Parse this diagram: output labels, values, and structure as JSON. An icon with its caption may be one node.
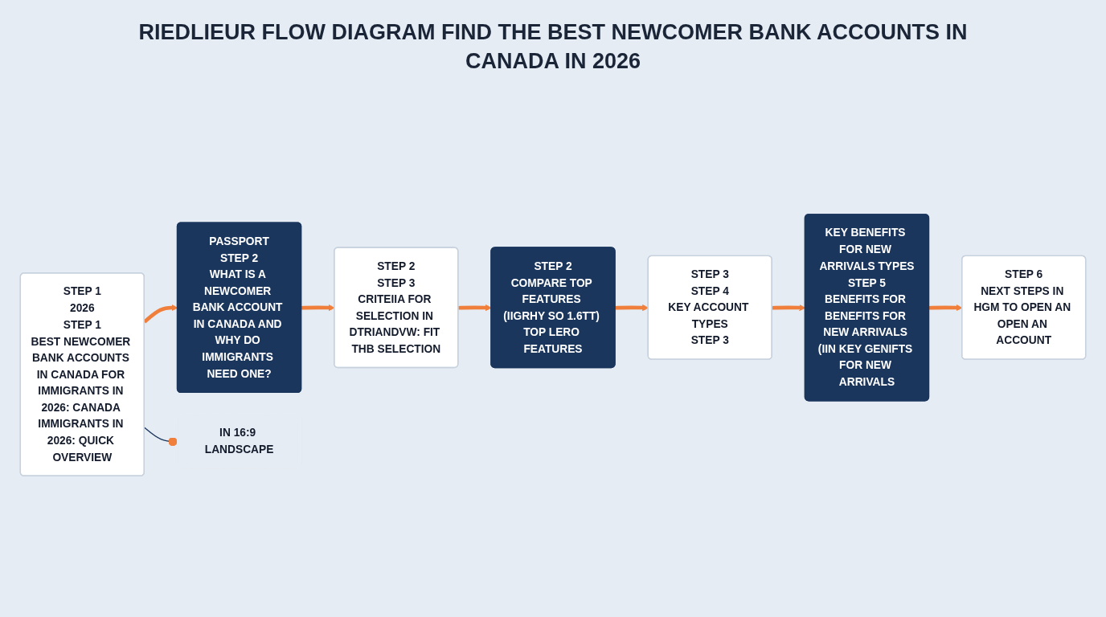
{
  "diagram": {
    "title": "RIEDLIEUR FLOW DIAGRAM FIND THE BEST NEWCOMER BANK ACCOUNTS IN CANADA IN 2026",
    "nodes": [
      {
        "text": [
          "STEP 1",
          "2026",
          "STEP 1",
          "BEST NEWCOMER BANK ACCOUNTS IN CANADA FOR IMMIGRANTS IN 2026: CANADA IMMIGRANTS IN 2026: QUICK OVERVIEW"
        ]
      },
      {
        "text": [
          "PASSPORT",
          "STEP 2",
          "WHAT IS A NEWCOMER BANK ACCOUNT IN CANADA AND WHY DO IMMIGRANTS NEED ONE?"
        ]
      },
      {
        "text": [
          "STEP 2",
          "STEP 3",
          "CRITEIIA FOR SELECTION IN DTRIANDVW: FIT THB SELECTION"
        ]
      },
      {
        "text": [
          "STEP 2",
          "COMPARE TOP FEATURES (IIGRHY SO 1.6TT) TOP LERO FEATURES"
        ]
      },
      {
        "text": [
          "STEP 3",
          "STEP 4",
          "KEY ACCOUNT TYPES",
          "STEP 3"
        ]
      },
      {
        "text": [
          "KEY BENEFITS FOR NEW ARRIVALS TYPES",
          "STEP 5",
          "BENEFITS FOR BENEFITS FOR NEW ARRIVALS (IIN KEY GENIFTS FOR NEW ARRIVALS"
        ]
      },
      {
        "text": [
          "STEP 6",
          "NEXT STEPS IN HGM TO OPEN AN OPEN AN ACCOUNT"
        ]
      },
      {
        "text": [
          "IN 16:9 LANDSCAPE"
        ]
      }
    ],
    "edges": [
      {
        "from": 0,
        "to": 1,
        "arrow": "to"
      },
      {
        "from": 1,
        "to": 2,
        "arrow": "to"
      },
      {
        "from": 2,
        "to": 3,
        "arrow": "to"
      },
      {
        "from": 3,
        "to": 4,
        "arrow": "to"
      },
      {
        "from": 4,
        "to": 5,
        "arrow": "to"
      },
      {
        "from": 5,
        "to": 6,
        "arrow": "to"
      },
      {
        "from": 0,
        "to": 7,
        "arrow": "other",
        "color": "#1b365d"
      }
    ]
  }
}
